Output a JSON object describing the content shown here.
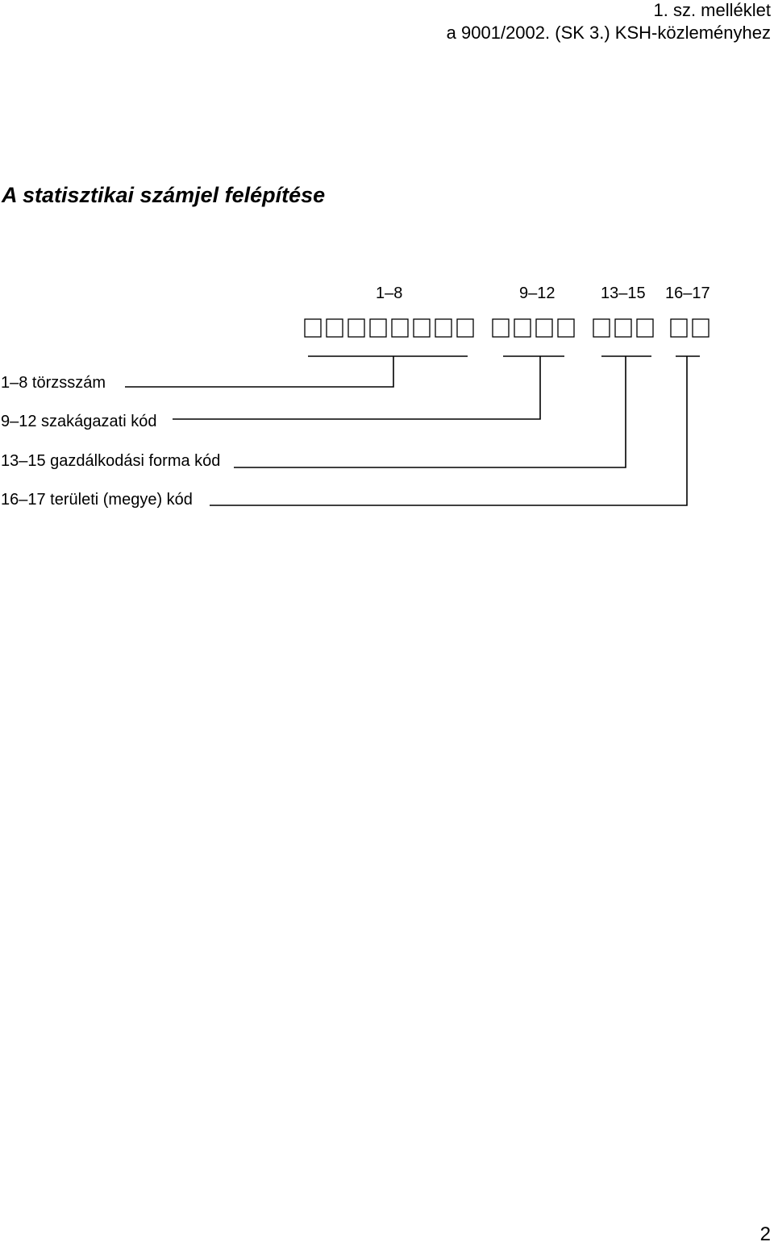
{
  "header": {
    "line1": "1. sz. melléklet",
    "line2": "a 9001/2002. (SK 3.) KSH-közleményhez"
  },
  "title": "A statisztikai számjel felépítése",
  "diagram": {
    "groups": [
      {
        "range": "1–8",
        "boxes": 8,
        "description": "1–8 törzsszám"
      },
      {
        "range": "9–12",
        "boxes": 4,
        "description": "9–12 szakágazati kód"
      },
      {
        "range": "13–15",
        "boxes": 3,
        "description": "13–15 gazdálkodási forma kód"
      },
      {
        "range": "16–17",
        "boxes": 2,
        "description": "16–17 területi (megye) kód"
      }
    ]
  },
  "footer": {
    "page_number": "2"
  }
}
